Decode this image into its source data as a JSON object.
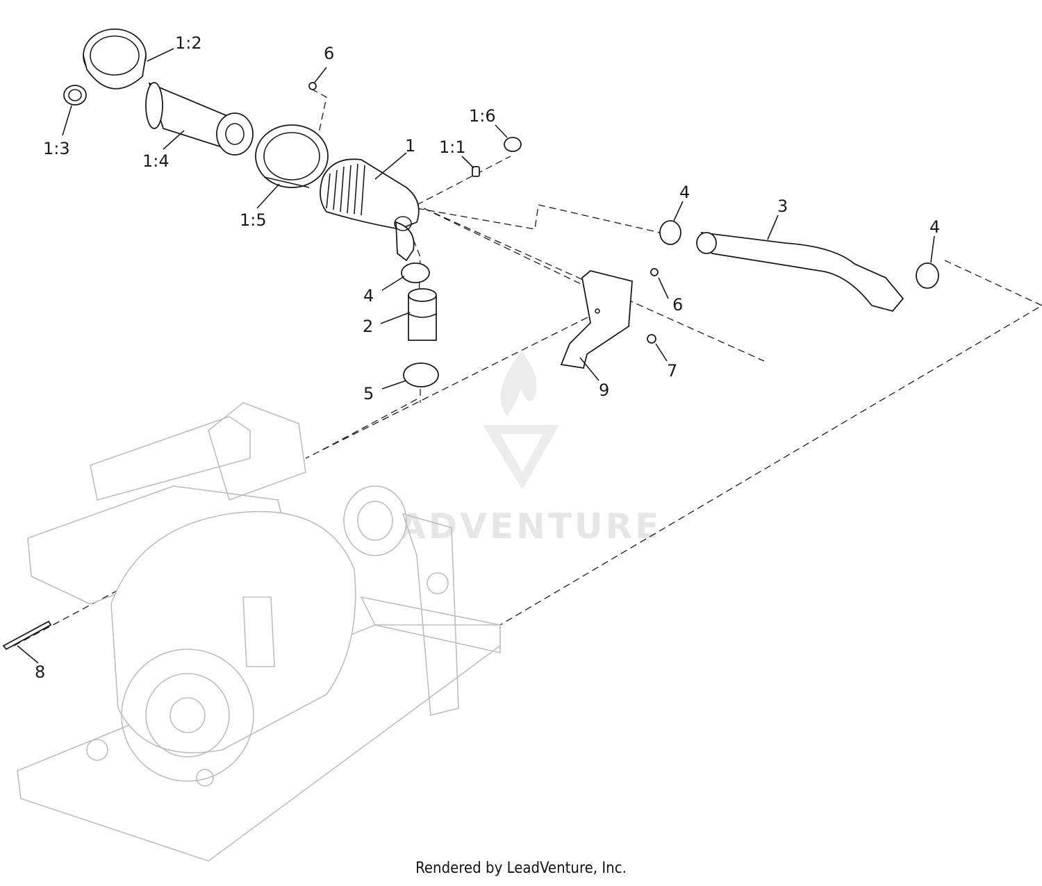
{
  "callouts": {
    "c1_2": "1:2",
    "c1_3": "1:3",
    "c1_4": "1:4",
    "c1_5": "1:5",
    "c1": "1",
    "c1_1": "1:1",
    "c1_6": "1:6",
    "c6_top": "6",
    "c4_mid": "4",
    "c3": "3",
    "c4_right": "4",
    "c4_left": "4",
    "c2": "2",
    "c5": "5",
    "c6_right": "6",
    "c7": "7",
    "c9": "9",
    "c8": "8"
  },
  "watermark": {
    "text": "LEADVENTURE"
  },
  "footer": {
    "text": "Rendered by LeadVenture, Inc."
  },
  "colors": {
    "line": "#1a1a1a",
    "ghost": "#bdbdbd",
    "watermark": "#e6e6e6"
  }
}
